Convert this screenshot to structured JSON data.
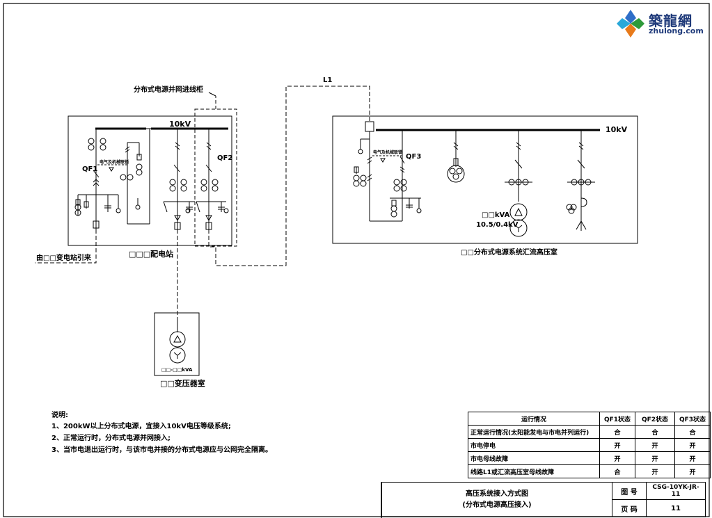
{
  "logo": {
    "cn": "築龍網",
    "en": "zhulong.com"
  },
  "labels": {
    "cabinet_title": "分布式电源并网进线柜",
    "line_l1": "L1",
    "bus_left": "10kV",
    "bus_right": "10kV",
    "qf1": "QF1",
    "qf2": "QF2",
    "qf3": "QF3",
    "interlock_left": "电气及机械联锁",
    "interlock_right": "电气及机械联锁",
    "substation": "□□□配电站",
    "source_line": "由□□变电站引来",
    "hv_room": "□□分布式电源系统汇流高压室",
    "transformer_room": "□□变压器室",
    "trans_small": "□□-□□kVA",
    "trans_big_kva": "□□kVA",
    "trans_big_ratio": "10.5/0.4kV"
  },
  "notes": {
    "title": "说明:",
    "items": [
      "1、200kW以上分布式电源，宜接入10kV电压等级系统;",
      "2、正常运行时，分布式电源并网接入;",
      "3、当市电退出运行时，与该市电并接的分布式电源应与公网完全隔离。"
    ]
  },
  "status_table": {
    "headers": [
      "运行情况",
      "QF1状态",
      "QF2状态",
      "QF3状态"
    ],
    "rows": [
      [
        "正常运行情况(太阳能发电与市电并列运行)",
        "合",
        "合",
        "合"
      ],
      [
        "市电停电",
        "开",
        "开",
        "开"
      ],
      [
        "市电母线故障",
        "开",
        "开",
        "开"
      ],
      [
        "线路L1或汇流高压室母线故障",
        "合",
        "开",
        "开"
      ]
    ]
  },
  "title_block": {
    "title1": "高压系统接入方式图",
    "title2": "(分布式电源高压接入)",
    "drawing_no_label": "图 号",
    "drawing_no": "CSG-10YK-JR-11",
    "page_label": "页 码",
    "page": "11"
  },
  "colors": {
    "line": "#000000",
    "logo_blue": "#1f3a7a",
    "logo_orange": "#e87a1a",
    "logo_green": "#2e9a3a"
  }
}
